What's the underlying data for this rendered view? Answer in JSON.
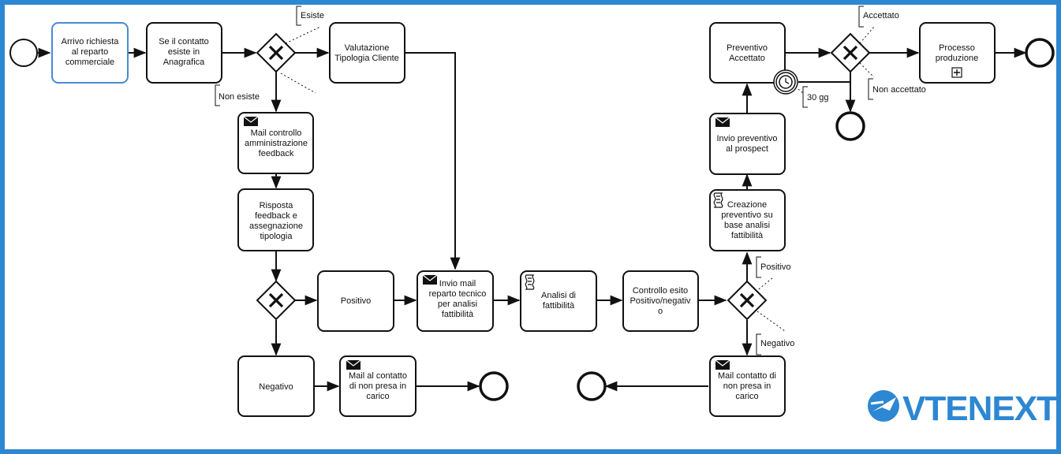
{
  "tasks": {
    "arrivo": [
      "Arrivo richiesta",
      "al reparto",
      "commerciale"
    ],
    "se_contatto": [
      "Se il contatto",
      "esiste in",
      "Anagrafica"
    ],
    "valutazione": [
      "Valutazione",
      "Tipologia Cliente"
    ],
    "mail_controllo": [
      "Mail controllo",
      "amministrazione",
      "feedback"
    ],
    "risposta": [
      "Risposta",
      "feedback e",
      "assegnazione",
      "tipologia"
    ],
    "positivo": [
      "Positivo"
    ],
    "negativo": [
      "Negativo"
    ],
    "mail_non_presa": [
      "Mail al contatto",
      "di non presa in",
      "carico"
    ],
    "invio_mail_tecnico": [
      "Invio mail",
      "reparto tecnico",
      "per analisi",
      "fattibilità"
    ],
    "analisi": [
      "Analisi di",
      "fattibilità"
    ],
    "controllo_esito": [
      "Controllo esito",
      "Positivo/negativ",
      "o"
    ],
    "mail_contatto_non_presa": [
      "Mail contatto di",
      "non presa in",
      "carico"
    ],
    "creazione_preventivo": [
      "Creazione",
      "preventivo su",
      "base analisi",
      "fattibilità"
    ],
    "invio_preventivo": [
      "Invio preventivo",
      "al prospect"
    ],
    "preventivo_accettato": [
      "Preventivo",
      "Accettato"
    ],
    "processo_produzione": [
      "Processo",
      "produzione"
    ]
  },
  "flow_labels": {
    "esiste": "Esiste",
    "non_esiste": "Non esiste",
    "positivo": "Positivo",
    "negativo": "Negativo",
    "accettato": "Accettato",
    "non_accettato": "Non accettato",
    "timer": "30 gg"
  },
  "logo": {
    "text": "VTENEXT",
    "icon": "vtenext-logo-icon"
  },
  "colors": {
    "frame": "#2d87d2",
    "highlight_task": "#4a8ad0",
    "stroke": "#111111"
  }
}
